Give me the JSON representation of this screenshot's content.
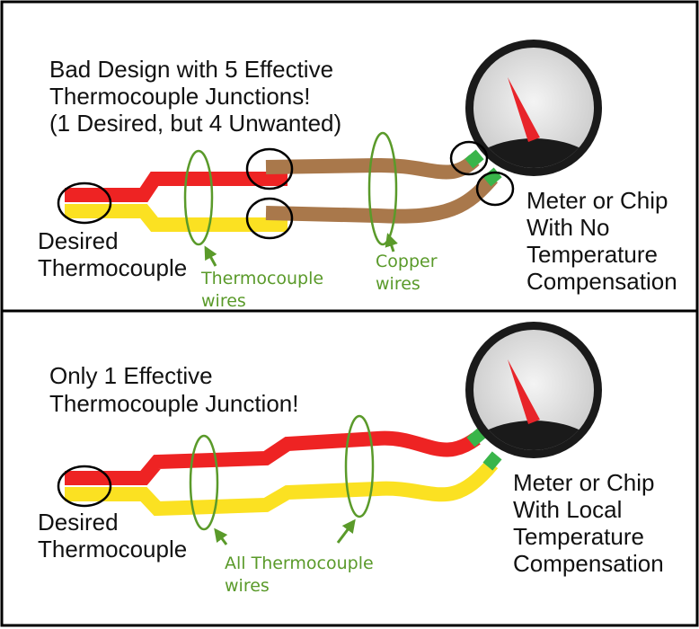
{
  "top_panel": {
    "title_lines": [
      "Bad Design with 5 Effective",
      "Thermocouple Junctions!",
      "(1 Desired, but 4 Unwanted)"
    ],
    "desired_lines": [
      "Desired",
      "Thermocouple"
    ],
    "tc_wires_lines": [
      "Thermocouple",
      "wires"
    ],
    "copper_lines": [
      "Copper",
      "wires"
    ],
    "meter_lines": [
      "Meter or Chip",
      "With No",
      "Temperature",
      "Compensation"
    ]
  },
  "bottom_panel": {
    "title_lines": [
      "Only 1 Effective",
      "Thermocouple Junction!"
    ],
    "desired_lines": [
      "Desired",
      "Thermocouple"
    ],
    "tc_wires_lines": [
      "All Thermocouple",
      "wires"
    ],
    "meter_lines": [
      "Meter or Chip",
      "With Local",
      "Temperature",
      "Compensation"
    ]
  },
  "colors": {
    "red_wire": "#ee2323",
    "yellow_wire": "#fbe122",
    "copper_wire": "#a9784b",
    "green_connector": "#39b54a",
    "annotation_green": "#5a9a2a",
    "needle": "#e8242a"
  }
}
